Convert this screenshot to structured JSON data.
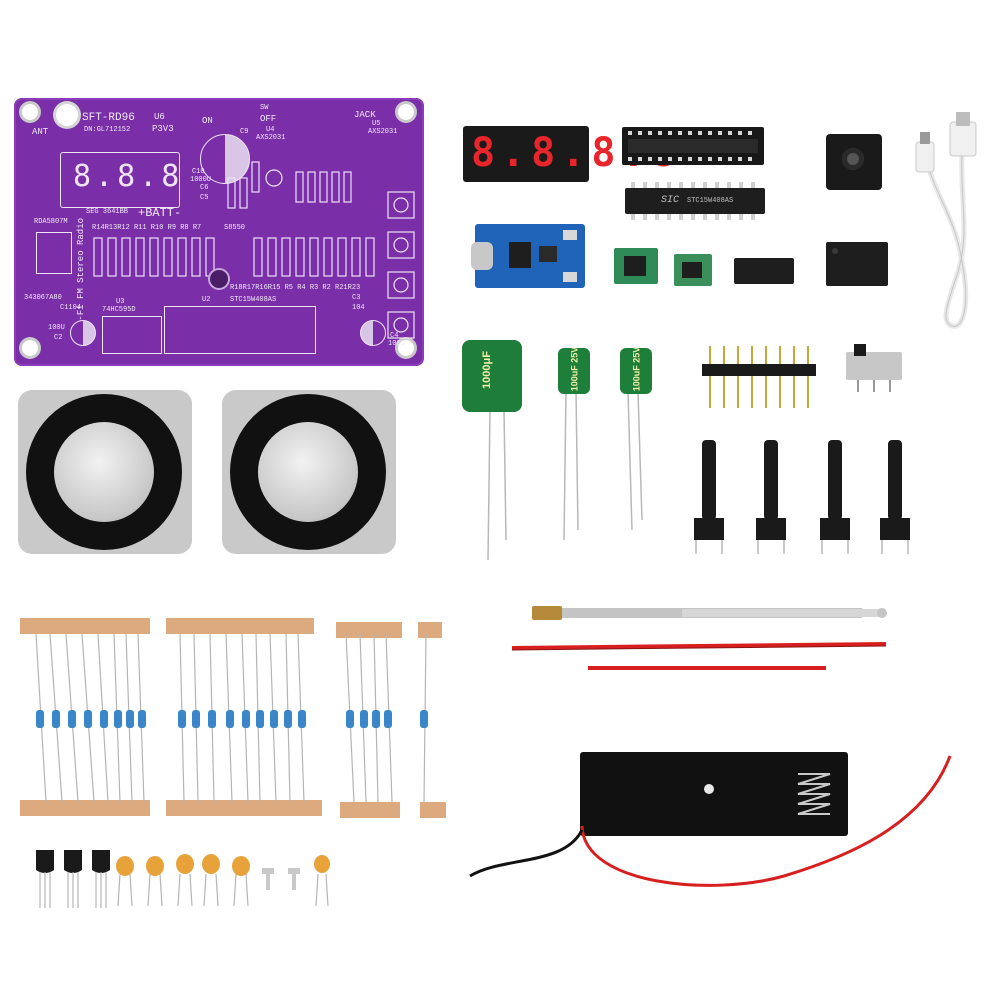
{
  "pcb": {
    "model": "SFT-RD96",
    "code": "DN:GL712152",
    "ant": "ANT",
    "u6": "U6",
    "p3v3": "P3V3",
    "on": "ON",
    "sw": "SW",
    "off": "OFF",
    "jack": "JACK",
    "u4": "U4",
    "axs": "AXS2031",
    "u5": "U5",
    "axs2": "AXS2031",
    "batt": "+BATT-",
    "seg": "SEG 3641BB",
    "side_text": "Hi-Fi FM Stereo Radio",
    "rda": "RDA5807M",
    "ic3": "343067A80",
    "u3": "U3",
    "u3chip": "74HC595D",
    "u2": "U2",
    "stc": "STC15W408AS",
    "s8550": "S8550",
    "c1": "C1104",
    "c2": "100U",
    "c2b": "C2",
    "c4": "C4",
    "c4b": "100U",
    "c3": "C3",
    "c3b": "104",
    "res_row1": "R14R13R12 R11 R10 R9 R8 R7",
    "res_row2": "R18R17R16R15 R5 R4 R3 R2 R21R23",
    "c10": "C10",
    "c10b": "1000U",
    "c9": "C9",
    "c6": "C6",
    "c5": "C5"
  },
  "display": {
    "digits": "8.8.8.8"
  },
  "ic_large": {
    "brand": "SIC",
    "marking": "STC15W408AS"
  },
  "capacitors": {
    "large": "1000μF",
    "small1": "100uF 25V",
    "small2": "100uF 25V"
  },
  "colors": {
    "pcb": "#7a2ea8",
    "pcb_silk": "#f2e9f7",
    "display_bg": "#1a1a1a",
    "display_segment": "#e8252a",
    "charger_board": "#1f64b8",
    "fm_module": "#2e8b57",
    "cap_large": "#1f7d3a",
    "cap_small": "#1e7f3a",
    "speaker_frame": "#bdbdbd",
    "speaker_cone": "#111111",
    "resistor_tape": "#d9a070",
    "wire_red": "#d81f1f",
    "wire_black": "#111111",
    "battery_holder": "#111111"
  },
  "items": {
    "usb_cable_icon": "usb-cable-icon",
    "antenna_icon": "telescopic-antenna-icon",
    "speaker_icon": "speaker-icon",
    "button_icon": "tactile-button-icon"
  }
}
